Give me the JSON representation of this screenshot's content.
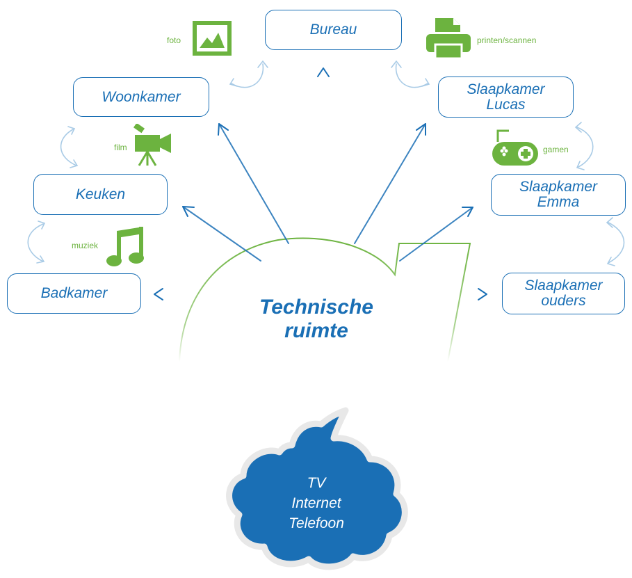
{
  "hub": {
    "line1": "Technische",
    "line2": "ruimte"
  },
  "rooms": {
    "bureau": {
      "l1": "Bureau",
      "l2": ""
    },
    "woonkamer": {
      "l1": "Woonkamer",
      "l2": ""
    },
    "keuken": {
      "l1": "Keuken",
      "l2": ""
    },
    "badkamer": {
      "l1": "Badkamer",
      "l2": ""
    },
    "lucas": {
      "l1": "Slaapkamer",
      "l2": "Lucas"
    },
    "emma": {
      "l1": "Slaapkamer",
      "l2": "Emma"
    },
    "ouders": {
      "l1": "Slaapkamer",
      "l2": "ouders"
    }
  },
  "labels": {
    "foto": "foto",
    "film": "film",
    "muziek": "muziek",
    "printen": "printen/scannen",
    "gamen": "gamen"
  },
  "icons": [
    "photo-icon",
    "camera-icon",
    "music-note-icon",
    "printer-icon",
    "gamepad-icon"
  ],
  "cloud": {
    "l1": "TV",
    "l2": "Internet",
    "l3": "Telefoon"
  },
  "colors": {
    "blue": "#1a6fb5",
    "green": "#6cb33f",
    "lightblue": "#a9cbe6",
    "cloud": "#1a6fb5"
  }
}
